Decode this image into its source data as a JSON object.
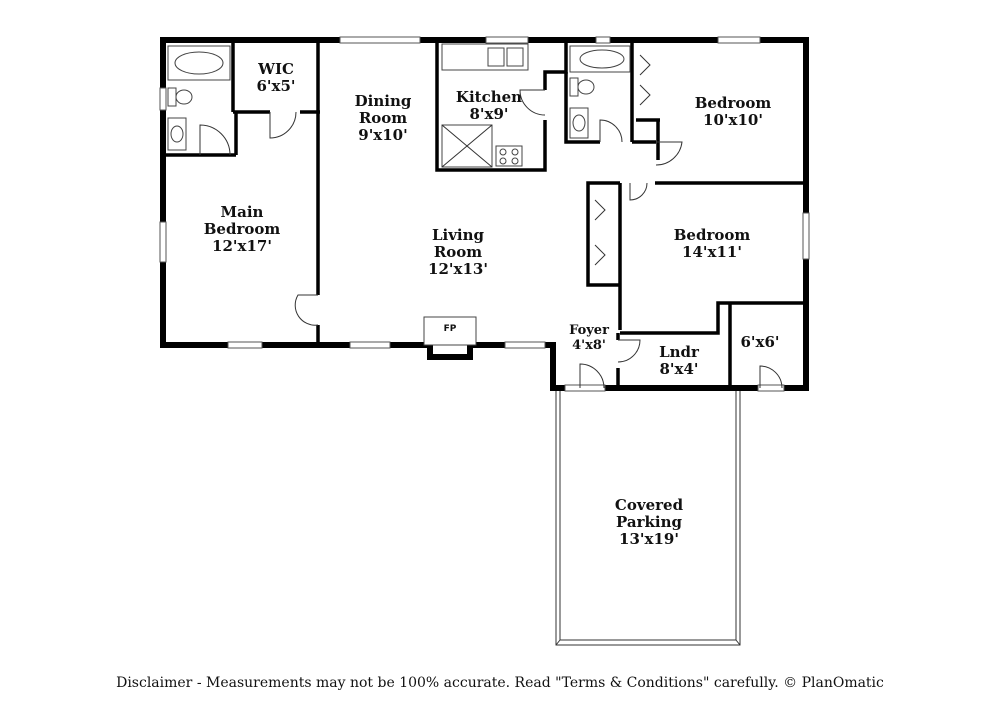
{
  "rooms": {
    "wic": {
      "name": "WIC",
      "size": "6'x5'"
    },
    "dining": {
      "name_line1": "Dining",
      "name_line2": "Room",
      "size": "9'x10'"
    },
    "kitchen": {
      "name": "Kitchen",
      "size": "8'x9'"
    },
    "bedroom_ne": {
      "name": "Bedroom",
      "size": "10'x10'"
    },
    "main_bedroom": {
      "name_line1": "Main",
      "name_line2": "Bedroom",
      "size": "12'x17'"
    },
    "living": {
      "name_line1": "Living",
      "name_line2": "Room",
      "size": "12'x13'"
    },
    "bedroom_mid": {
      "name": "Bedroom",
      "size": "14'x11'"
    },
    "foyer": {
      "name": "Foyer",
      "size": "4'x8'"
    },
    "laundry": {
      "name": "Lndr",
      "size": "8'x4'"
    },
    "storage": {
      "size": "6'x6'"
    },
    "parking": {
      "name_line1": "Covered",
      "name_line2": "Parking",
      "size": "13'x19'"
    }
  },
  "fireplace_label": "FP",
  "disclaimer": "Disclaimer - Measurements may not be 100% accurate. Read \"Terms & Conditions\" carefully. © PlanOmatic"
}
